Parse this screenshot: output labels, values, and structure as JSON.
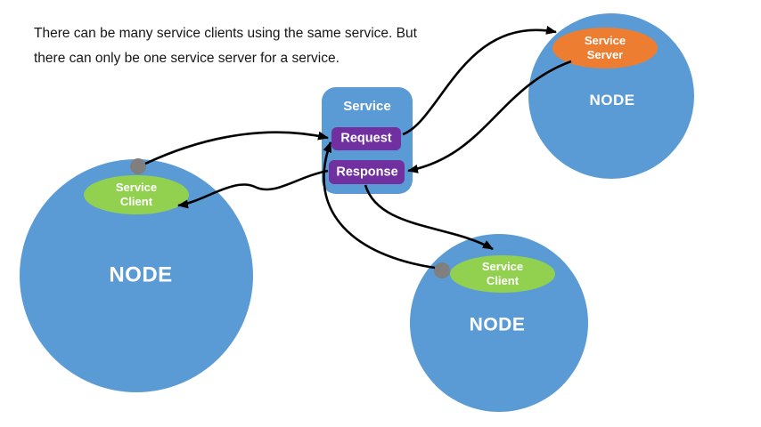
{
  "caption": {
    "line1": "There can be many service clients using the same service. But",
    "line2": "there can only be one service server for a service."
  },
  "service_box": {
    "title": "Service",
    "request_label": "Request",
    "response_label": "Response"
  },
  "nodes": {
    "left": {
      "name": "NODE",
      "role_line1": "Service",
      "role_line2": "Client"
    },
    "top_right": {
      "name": "NODE",
      "role_line1": "Service",
      "role_line2": "Server"
    },
    "bottom": {
      "name": "NODE",
      "role_line1": "Service",
      "role_line2": "Client"
    }
  },
  "colors": {
    "node_blue": "#5B9BD5",
    "client_green": "#92D050",
    "server_orange": "#ED7D31",
    "message_purple": "#7030A0",
    "connector_black": "#000000",
    "anchor_gray": "#7F7F7F"
  }
}
